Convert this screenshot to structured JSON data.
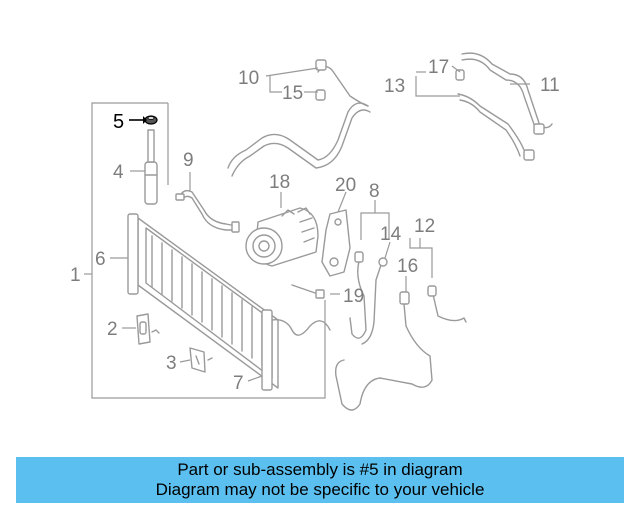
{
  "diagram": {
    "highlighted_part": "5",
    "callouts": {
      "c1": "1",
      "c2": "2",
      "c3": "3",
      "c4": "4",
      "c5": "5",
      "c6": "6",
      "c7": "7",
      "c8": "8",
      "c9": "9",
      "c10": "10",
      "c11": "11",
      "c12": "12",
      "c13": "13",
      "c14": "14",
      "c15": "15",
      "c16": "16",
      "c17": "17",
      "c18": "18",
      "c19": "19",
      "c20": "20"
    },
    "colors": {
      "line": "#9a9a9a",
      "highlight": "#000000",
      "caption_bg": "#5bc0f0"
    }
  },
  "caption": {
    "line1": "Part or sub-assembly is #5 in diagram",
    "line2": "Diagram may not be specific to your vehicle"
  }
}
